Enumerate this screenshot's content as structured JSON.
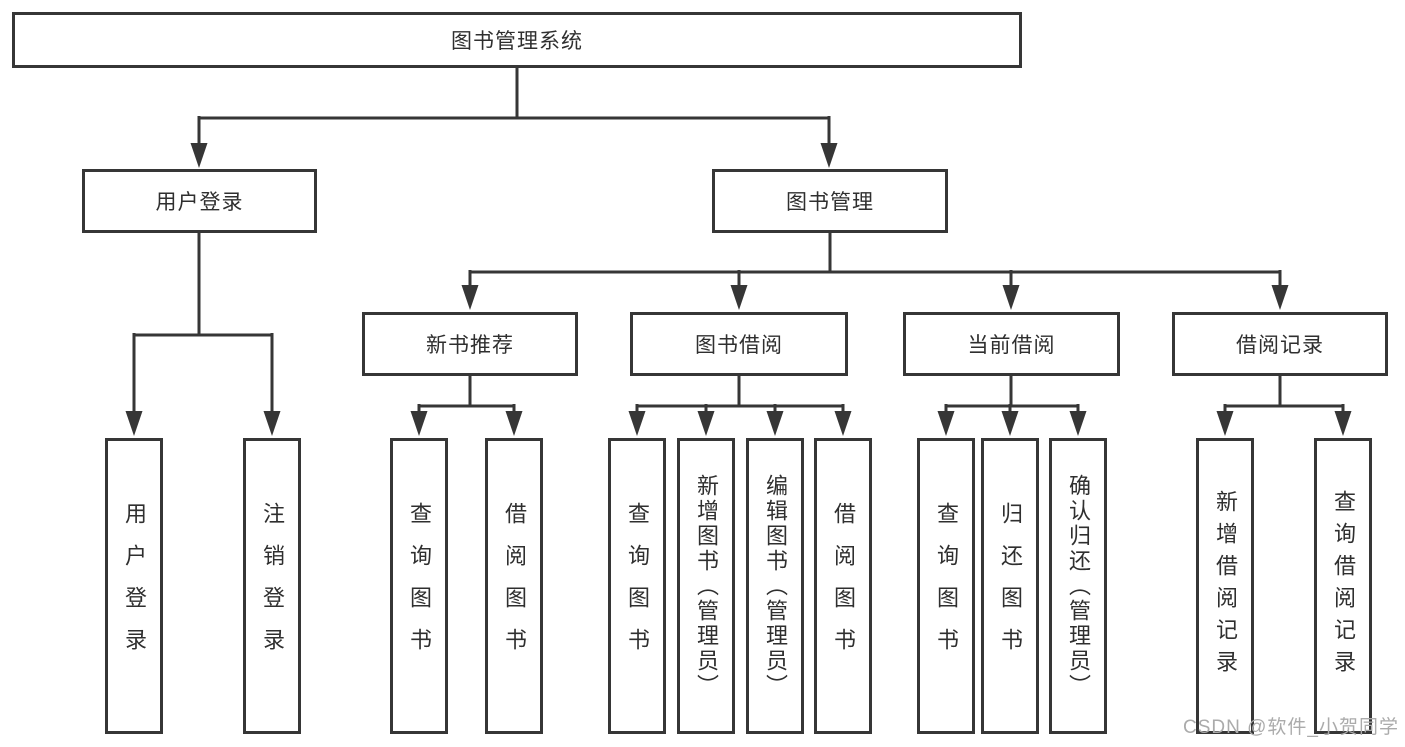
{
  "diagram_title": "图书管理系统",
  "watermark": "CSDN @软件_小贺同学",
  "nodes": {
    "root": {
      "label": "图书管理系统"
    },
    "user_login": {
      "label": "用户登录"
    },
    "book_mgmt": {
      "label": "图书管理"
    },
    "login": {
      "label": "用户登录"
    },
    "logout": {
      "label": "注销登录"
    },
    "new_rec": {
      "label": "新书推荐"
    },
    "borrowing": {
      "label": "图书借阅"
    },
    "current": {
      "label": "当前借阅"
    },
    "records": {
      "label": "借阅记录"
    },
    "nr_query": {
      "label": "查询图书"
    },
    "nr_borrow": {
      "label": "借阅图书"
    },
    "bb_query": {
      "label": "查询图书"
    },
    "bb_add": {
      "label": "新增图书（管理员）"
    },
    "bb_edit": {
      "label": "编辑图书（管理员）"
    },
    "bb_borrow": {
      "label": "借阅图书"
    },
    "cb_query": {
      "label": "查询图书"
    },
    "cb_return": {
      "label": "归还图书"
    },
    "cb_confirm": {
      "label": "确认归还（管理员）"
    },
    "br_add": {
      "label": "新增借阅记录"
    },
    "br_query": {
      "label": "查询借阅记录"
    }
  },
  "hierarchy": {
    "图书管理系统": {
      "用户登录": [
        "用户登录",
        "注销登录"
      ],
      "图书管理": {
        "新书推荐": [
          "查询图书",
          "借阅图书"
        ],
        "图书借阅": [
          "查询图书",
          "新增图书（管理员）",
          "编辑图书（管理员）",
          "借阅图书"
        ],
        "当前借阅": [
          "查询图书",
          "归还图书",
          "确认归还（管理员）"
        ],
        "借阅记录": [
          "新增借阅记录",
          "查询借阅记录"
        ]
      }
    }
  },
  "colors": {
    "line": "#363636",
    "box_border": "#363636",
    "text": "#2f2f2f",
    "watermark": "#ababab"
  }
}
